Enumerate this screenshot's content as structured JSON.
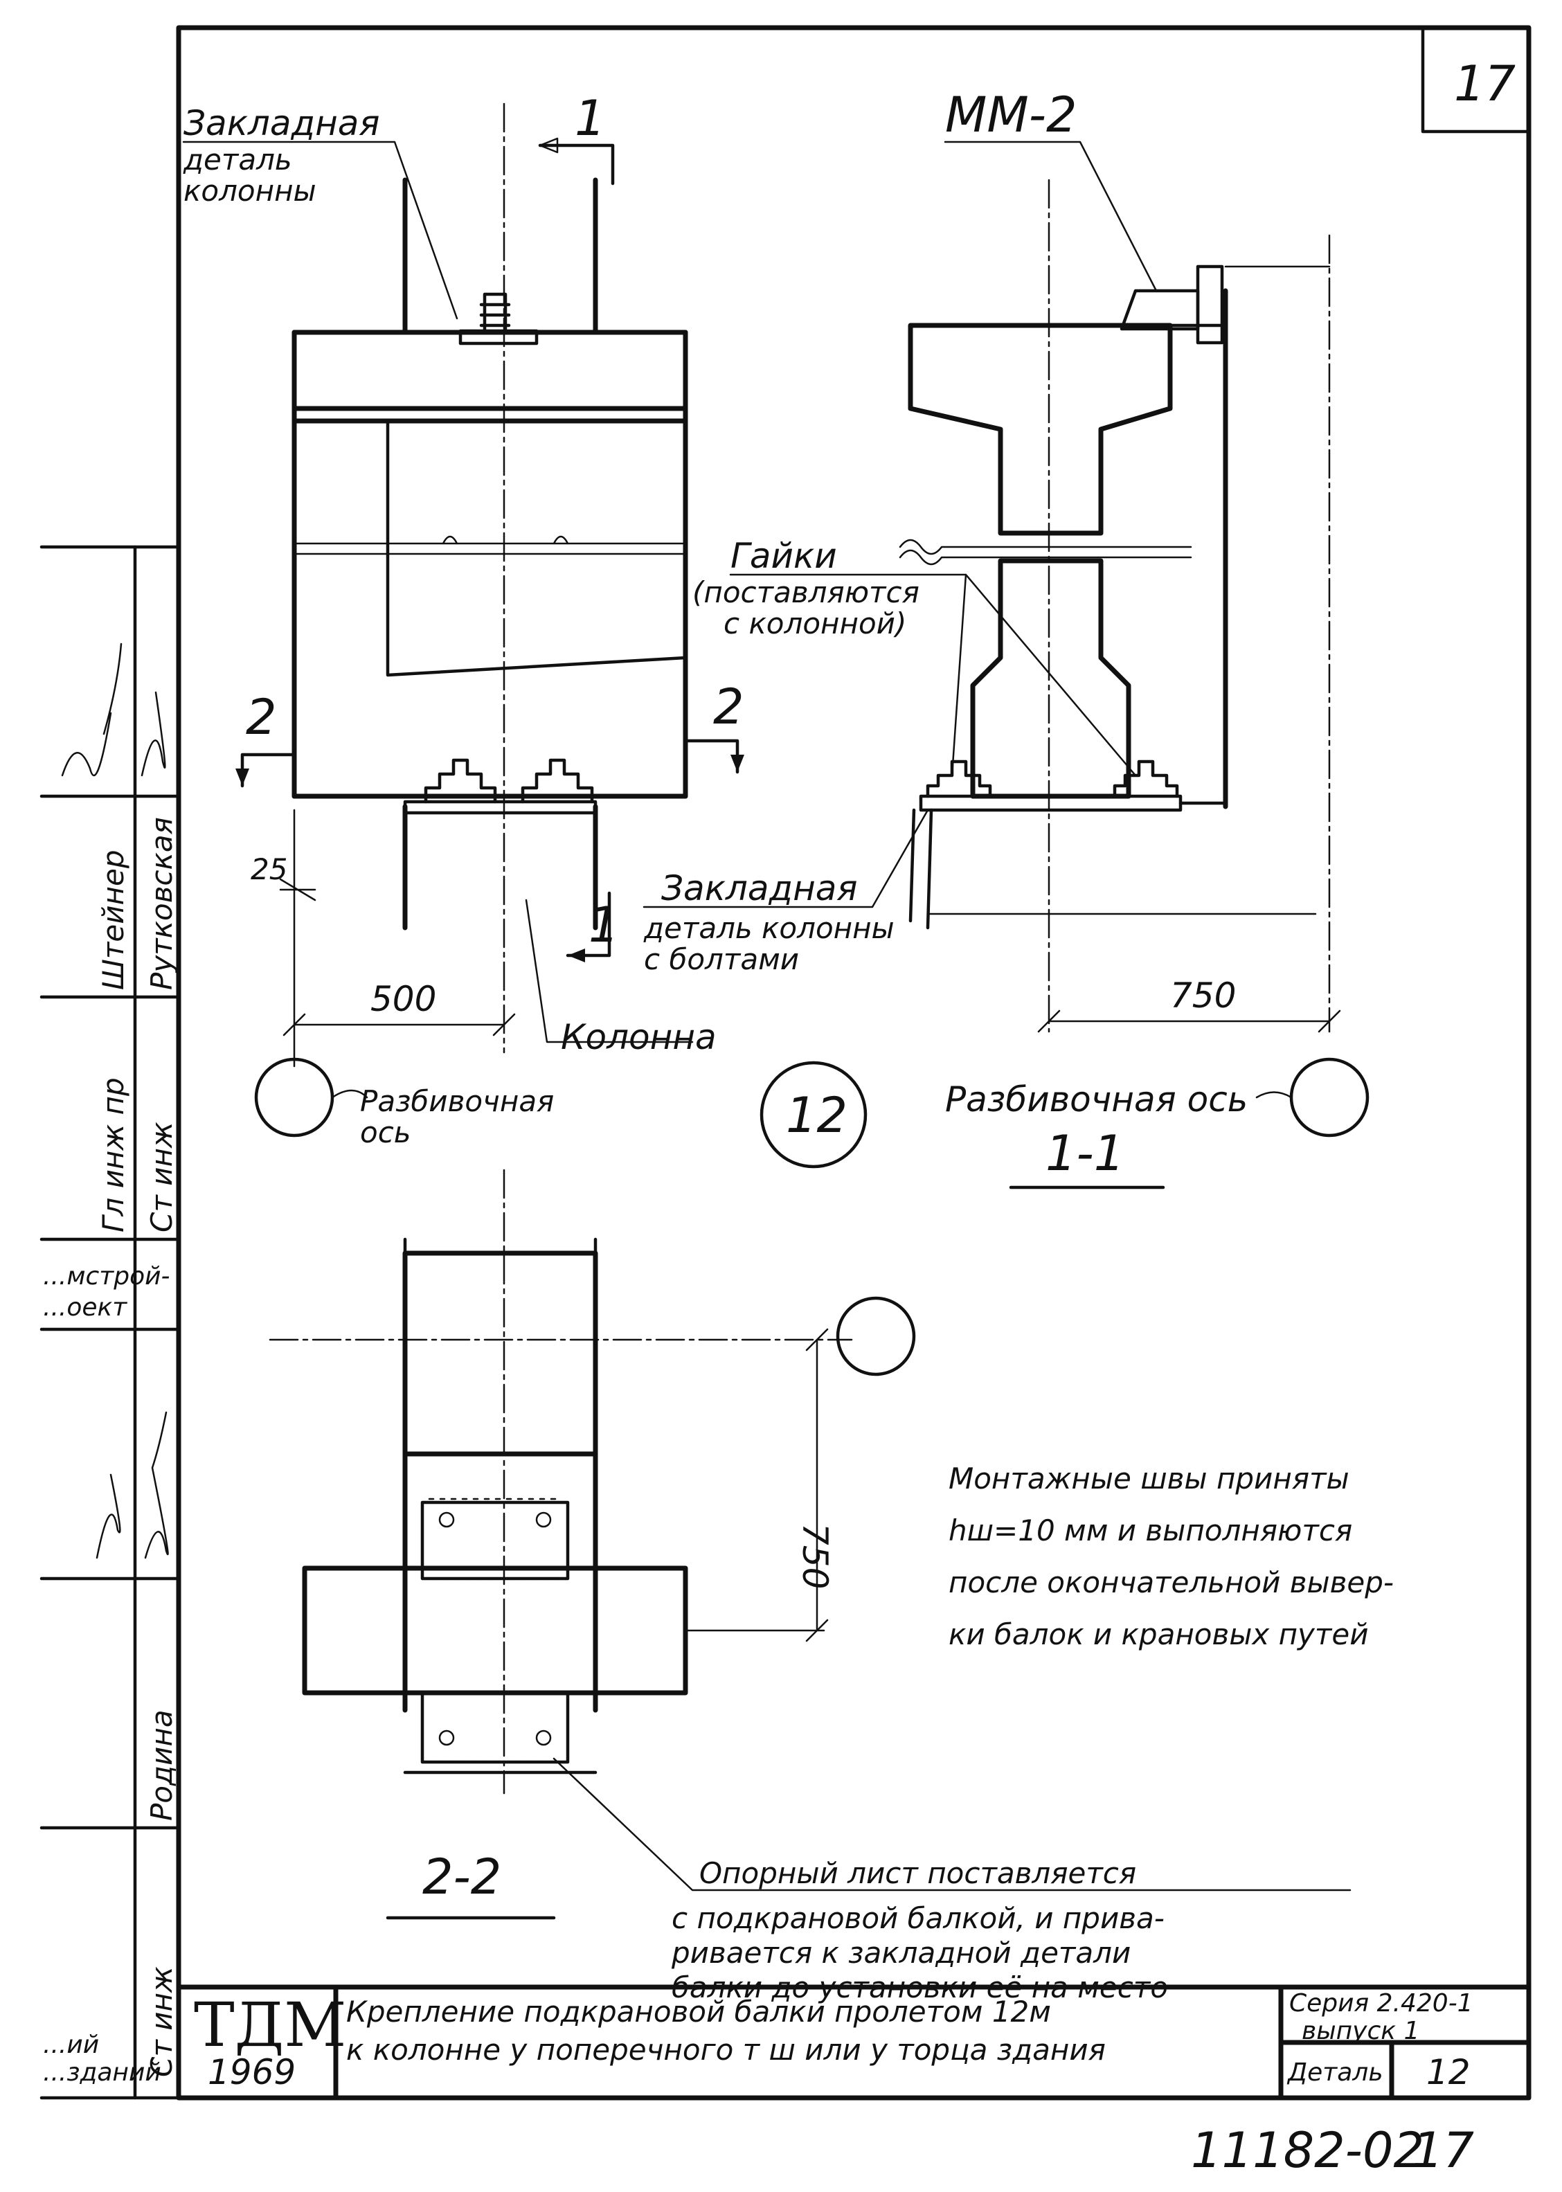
{
  "sheet": {
    "corner_number": "17",
    "footer_code": "11182-02",
    "footer_sheet": "17"
  },
  "view_elevation": {
    "label_embedded_top": [
      "Закладная",
      "деталь",
      "колонны"
    ],
    "section_mark_1_top": "1",
    "section_mark_1_bottom": "1",
    "section_mark_2_left": "2",
    "section_mark_2_right": "2",
    "dim_25": "25",
    "dim_500": "500",
    "label_column": "Колонна",
    "label_axis": [
      "Разбивочная",
      "ось"
    ]
  },
  "view_section_1_1": {
    "label_mm2": "ММ-2",
    "label_nuts": [
      "Гайки",
      "(поставляются",
      "с колонной)"
    ],
    "label_embedded_bolts": [
      "Закладная",
      "деталь колонны",
      "с болтами"
    ],
    "dim_750": "750",
    "label_axis": "Разбивочная ось",
    "title": "1-1"
  },
  "detail_number": "12",
  "view_section_2_2": {
    "dim_750": "750",
    "title": "2-2",
    "note_welds": [
      "Монтажные швы приняты",
      "hш=10 мм и выполняются",
      "после окончательной вывер-",
      "ки балок и крановых путей"
    ],
    "note_support_plate": [
      "Опорный лист поставляется",
      "с подкрановой балкой, и прива-",
      "ривается к закладной детали",
      "балки до установки её на место"
    ]
  },
  "side_stamp": [
    "Штейнер",
    "Рутковская",
    "Гл инж пр",
    "Ст инж",
    "...мстрой-",
    "...оект",
    "Родина",
    "Ст инж",
    "...ий",
    "...зданий"
  ],
  "title_block": {
    "logo": "ТДМ",
    "year": "1969",
    "title_line1": "Крепление подкрановой балки пролетом 12м",
    "title_line2": "к колонне у поперечного т ш или у торца здания",
    "series_line1": "Серия 2.420-1",
    "series_line2": "выпуск 1",
    "detail_label": "Деталь",
    "detail_value": "12"
  }
}
